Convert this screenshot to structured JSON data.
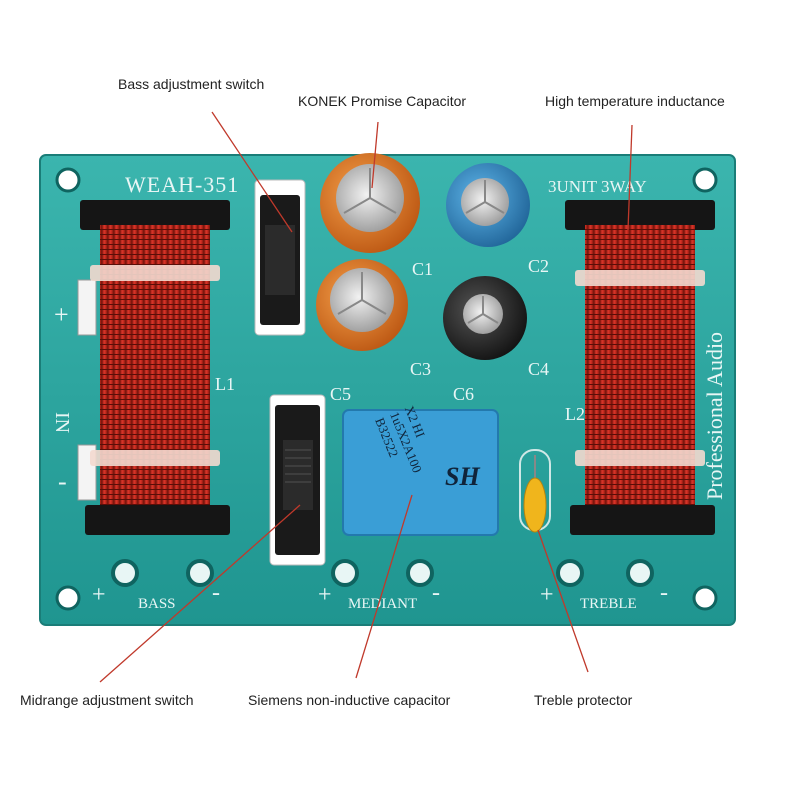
{
  "callouts": {
    "bass_switch": "Bass adjustment switch",
    "konek_capacitor": "KONEK Promise Capacitor",
    "high_temp_inductance": "High temperature inductance",
    "midrange_switch": "Midrange adjustment switch",
    "siemens_capacitor": "Siemens non-inductive capacitor",
    "treble_protector": "Treble protector"
  },
  "board": {
    "model": "WEAH-351",
    "config": "3UNIT 3WAY",
    "vertical_label": "Professional Audio",
    "input_label": "IN",
    "plus": "+",
    "minus": "-",
    "labels": {
      "c1": "C1",
      "c2": "C2",
      "c3": "C3",
      "c4": "C4",
      "c5": "C5",
      "c6": "C6",
      "l1": "L1",
      "l2": "L2"
    },
    "terminals": {
      "bass": "BASS",
      "mediant": "MEDIANT",
      "treble": "TREBLE"
    },
    "siemens_cap_text": [
      "B32522",
      "1u5X2A100",
      "X2    HI"
    ],
    "siemens_logo": "SH"
  },
  "colors": {
    "pcb": "#2aa5a0",
    "copper_coil": "#c42a1e",
    "leader_line": "#c0392b",
    "orange_cap": "#e0701f",
    "blue_cap": "#2f8fd0",
    "siemens_cap": "#3a9ed6"
  }
}
